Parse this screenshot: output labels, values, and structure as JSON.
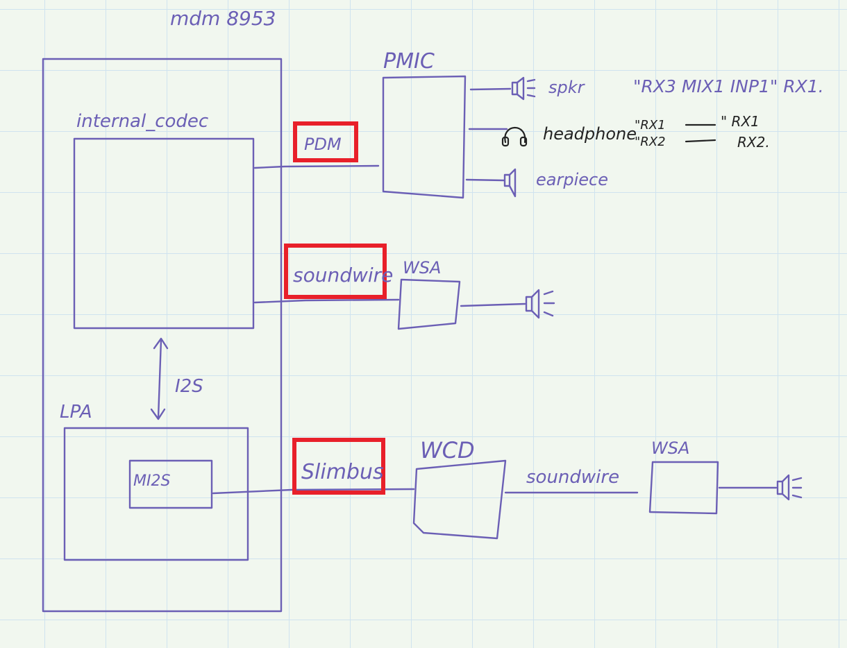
{
  "soc": {
    "name": "mdm 8953"
  },
  "internal_codec": {
    "label": "internal_codec"
  },
  "lpa": {
    "label": "LPA",
    "inner_label": "MI2S"
  },
  "i2s": {
    "label": "I2S"
  },
  "links": {
    "pdm": "PDM",
    "soundwire": "soundwire",
    "slimbus": "Slimbus"
  },
  "pmic": {
    "label": "PMIC",
    "outputs": {
      "spkr": "spkr",
      "headphone": "headphone",
      "earpiece": "earpiece"
    },
    "notes": {
      "line1": "\"RX3 MIX1 INP1\" RX1.",
      "left1": "\"RX1",
      "left2": "\"RX2",
      "right1": "\" RX1",
      "right2": "RX2."
    }
  },
  "wsa_top": {
    "label": "WSA"
  },
  "wcd": {
    "label": "WCD",
    "link_label": "soundwire"
  },
  "wsa_bottom": {
    "label": "WSA"
  },
  "colors": {
    "ink": "#6b5fb5",
    "highlight": "#e8202a",
    "note_ink": "#222222",
    "grid": "#cfe3ef",
    "paper": "#f1f7ef"
  }
}
